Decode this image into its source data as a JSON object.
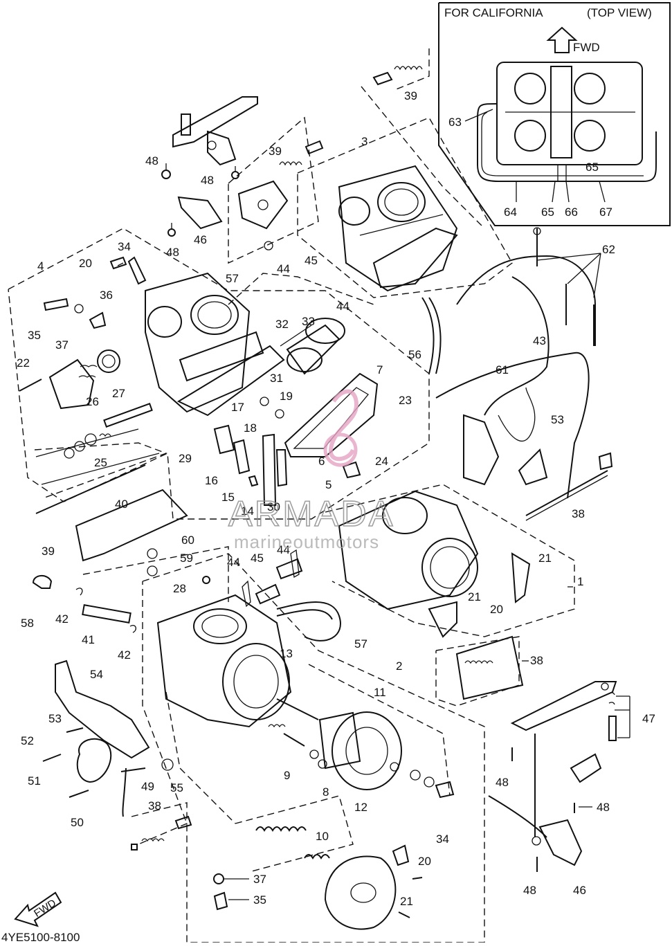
{
  "inset": {
    "title": "FOR CALIFORNIA",
    "view": "(TOP VIEW)",
    "fwd": "FWD"
  },
  "footer": {
    "fwd": "FWD",
    "code": "4YE5100-8100"
  },
  "watermark": {
    "brand": "ARMADA",
    "sub": "marineoutmotors"
  },
  "callouts": [
    {
      "id": "c39a",
      "text": "39"
    },
    {
      "id": "c3",
      "text": "3"
    },
    {
      "id": "c63",
      "text": "63"
    },
    {
      "id": "c65a",
      "text": "65"
    },
    {
      "id": "c64",
      "text": "64"
    },
    {
      "id": "c65b",
      "text": "65"
    },
    {
      "id": "c66",
      "text": "66"
    },
    {
      "id": "c67",
      "text": "67"
    },
    {
      "id": "c48a",
      "text": "48"
    },
    {
      "id": "c39b",
      "text": "39"
    },
    {
      "id": "c48b",
      "text": "48"
    },
    {
      "id": "c46a",
      "text": "46"
    },
    {
      "id": "c48c",
      "text": "48"
    },
    {
      "id": "c62",
      "text": "62"
    },
    {
      "id": "c34a",
      "text": "34"
    },
    {
      "id": "c4",
      "text": "4"
    },
    {
      "id": "c20a",
      "text": "20"
    },
    {
      "id": "c57a",
      "text": "57"
    },
    {
      "id": "c44a",
      "text": "44"
    },
    {
      "id": "c45a",
      "text": "45"
    },
    {
      "id": "c44b",
      "text": "44"
    },
    {
      "id": "c36",
      "text": "36"
    },
    {
      "id": "c35a",
      "text": "35"
    },
    {
      "id": "c37a",
      "text": "37"
    },
    {
      "id": "c32",
      "text": "32"
    },
    {
      "id": "c33",
      "text": "33"
    },
    {
      "id": "c56",
      "text": "56"
    },
    {
      "id": "c43",
      "text": "43"
    },
    {
      "id": "c22",
      "text": "22"
    },
    {
      "id": "c26",
      "text": "26"
    },
    {
      "id": "c27",
      "text": "27"
    },
    {
      "id": "c31",
      "text": "31"
    },
    {
      "id": "c7",
      "text": "7"
    },
    {
      "id": "c61",
      "text": "61"
    },
    {
      "id": "c19",
      "text": "19"
    },
    {
      "id": "c23",
      "text": "23"
    },
    {
      "id": "c17",
      "text": "17"
    },
    {
      "id": "c18",
      "text": "18"
    },
    {
      "id": "c53a",
      "text": "53"
    },
    {
      "id": "c25",
      "text": "25"
    },
    {
      "id": "c29",
      "text": "29"
    },
    {
      "id": "c6",
      "text": "6"
    },
    {
      "id": "c24",
      "text": "24"
    },
    {
      "id": "c16",
      "text": "16"
    },
    {
      "id": "c5",
      "text": "5"
    },
    {
      "id": "c15",
      "text": "15"
    },
    {
      "id": "c30",
      "text": "30"
    },
    {
      "id": "c14",
      "text": "14"
    },
    {
      "id": "c40",
      "text": "40"
    },
    {
      "id": "c38a",
      "text": "38"
    },
    {
      "id": "c39c",
      "text": "39"
    },
    {
      "id": "c60",
      "text": "60"
    },
    {
      "id": "c59",
      "text": "59"
    },
    {
      "id": "c44c",
      "text": "44"
    },
    {
      "id": "c45b",
      "text": "45"
    },
    {
      "id": "c44d",
      "text": "44"
    },
    {
      "id": "c21a",
      "text": "21"
    },
    {
      "id": "c1",
      "text": "1"
    },
    {
      "id": "c28",
      "text": "28"
    },
    {
      "id": "c21b",
      "text": "21"
    },
    {
      "id": "c20b",
      "text": "20"
    },
    {
      "id": "c58",
      "text": "58"
    },
    {
      "id": "c42a",
      "text": "42"
    },
    {
      "id": "c41",
      "text": "41"
    },
    {
      "id": "c42b",
      "text": "42"
    },
    {
      "id": "c57b",
      "text": "57"
    },
    {
      "id": "c13",
      "text": "13"
    },
    {
      "id": "c2",
      "text": "2"
    },
    {
      "id": "c38b",
      "text": "38"
    },
    {
      "id": "c11",
      "text": "11"
    },
    {
      "id": "c54",
      "text": "54"
    },
    {
      "id": "c47",
      "text": "47"
    },
    {
      "id": "c53b",
      "text": "53"
    },
    {
      "id": "c52",
      "text": "52"
    },
    {
      "id": "c9",
      "text": "9"
    },
    {
      "id": "c8",
      "text": "8"
    },
    {
      "id": "c51",
      "text": "51"
    },
    {
      "id": "c49",
      "text": "49"
    },
    {
      "id": "c55",
      "text": "55"
    },
    {
      "id": "c12",
      "text": "12"
    },
    {
      "id": "c48d",
      "text": "48"
    },
    {
      "id": "c48e",
      "text": "48"
    },
    {
      "id": "c50",
      "text": "50"
    },
    {
      "id": "c38c",
      "text": "38"
    },
    {
      "id": "c10",
      "text": "10"
    },
    {
      "id": "c34b",
      "text": "34"
    },
    {
      "id": "c20c",
      "text": "20"
    },
    {
      "id": "c37b",
      "text": "37"
    },
    {
      "id": "c35b",
      "text": "35"
    },
    {
      "id": "c21c",
      "text": "21"
    },
    {
      "id": "c48f",
      "text": "48"
    },
    {
      "id": "c46b",
      "text": "46"
    }
  ]
}
